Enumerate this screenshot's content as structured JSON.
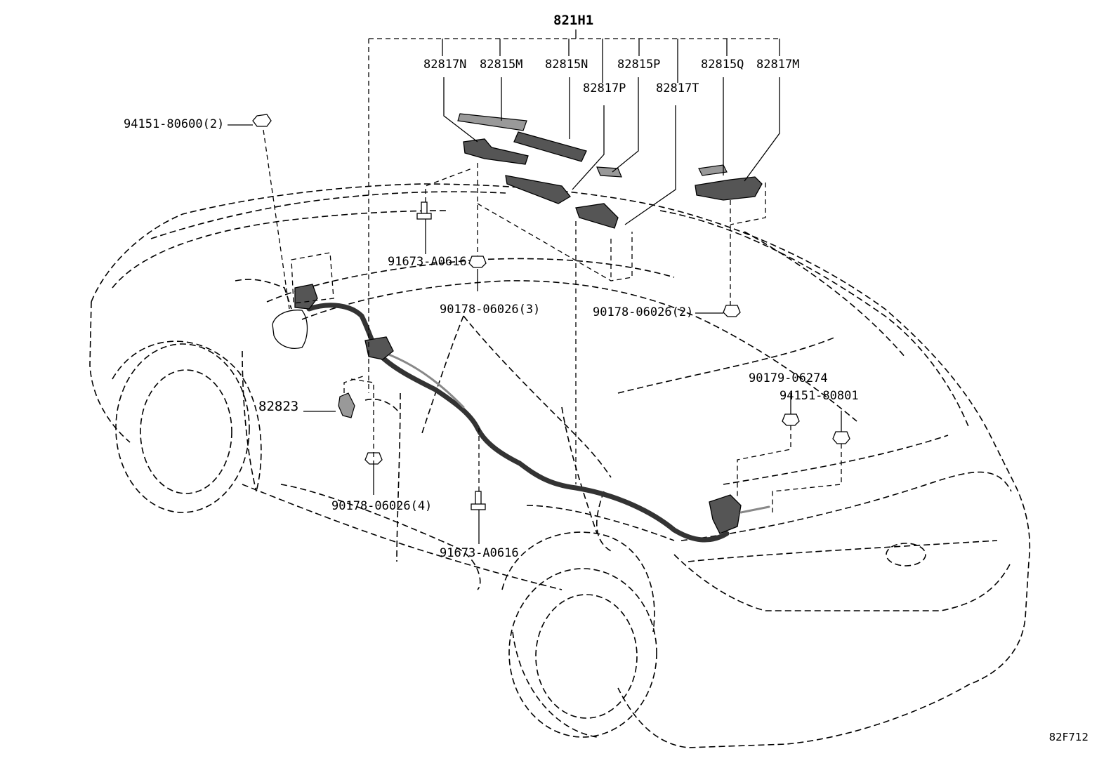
{
  "diagram": {
    "group_label": "821H1",
    "labels": {
      "p82817N": "82817N",
      "p82815M": "82815M",
      "p82815N": "82815N",
      "p82815P": "82815P",
      "p82817P": "82817P",
      "p82817T": "82817T",
      "p82815Q": "82815Q",
      "p82817M": "82817M",
      "p94151_80600": "94151-80600(2)",
      "p91673_A0616_a": "91673-A0616",
      "p90178_06026_3": "90178-06026(3)",
      "p90178_06026_2": "90178-06026(2)",
      "p90179_06274": "90179-06274",
      "p94151_80801": "94151-80801",
      "p82823": "82823",
      "p90178_06026_4": "90178-06026(4)",
      "p91673_A0616_b": "91673-A0616"
    },
    "figure_code": "82F712"
  }
}
